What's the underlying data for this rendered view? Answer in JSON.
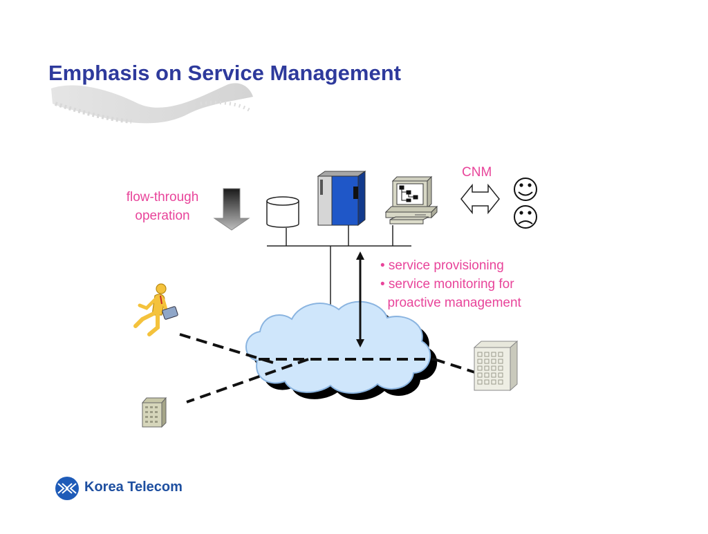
{
  "slide": {
    "title": "Emphasis on Service Management",
    "flow_label_line1": "flow-through",
    "flow_label_line2": "operation",
    "cnm_label": "CNM",
    "bullets": [
      "• service provisioning",
      "• service monitoring for",
      "  proactive management"
    ],
    "brand": "Korea Telecom"
  },
  "colors": {
    "title": "#2e3a9c",
    "accent_pink": "#e8449a",
    "cloud_fill": "#cfe6fb",
    "server_blue": "#1f57c8",
    "brand_blue": "#1e4fa0"
  }
}
